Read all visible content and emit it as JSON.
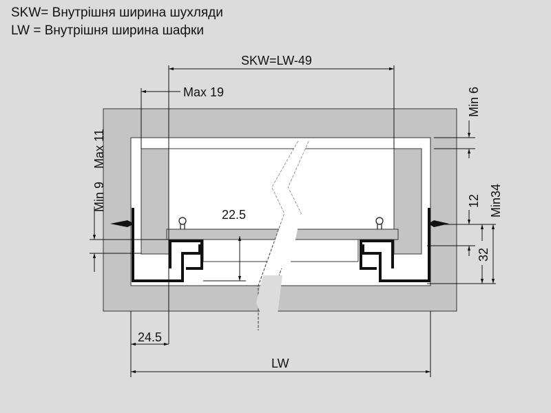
{
  "legend": {
    "line1": "SKW= Внутрішня ширина шухляди",
    "line2": "LW = Внутрішня ширина шафки"
  },
  "dimensions": {
    "skw": "SKW=LW-49",
    "max19": "Max 19",
    "min6": "Min 6",
    "max11": "Max 11",
    "min9": "Min 9",
    "d12": "12",
    "min34": "Min34",
    "d32": "32",
    "d22_5": "22.5",
    "d24_5": "24.5",
    "lw": "LW"
  },
  "colors": {
    "background": "#dcdcdc",
    "panel": "#c4c4c4",
    "interior": "#ffffff",
    "line": "#111111"
  }
}
